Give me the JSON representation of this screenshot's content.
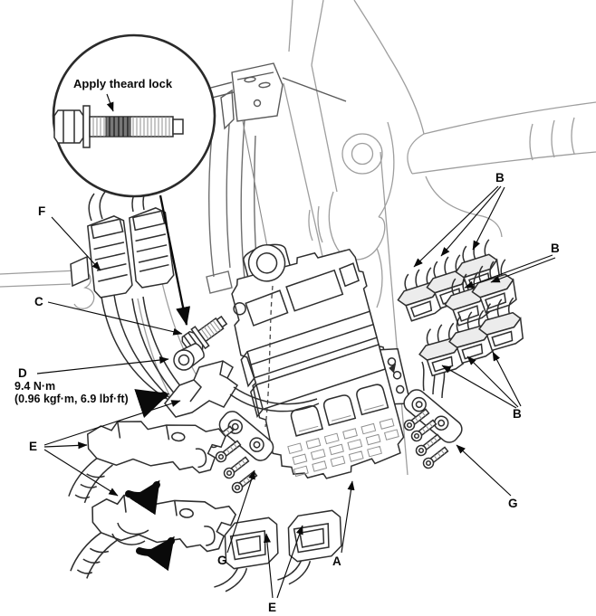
{
  "figure": {
    "inset": {
      "note": "Apply theard lock"
    },
    "torque": {
      "primary": "9.4 N·m",
      "secondary": "(0.96 kgf·m, 6.9 lbf·ft)"
    },
    "callouts": {
      "a": "A",
      "b_top": "B",
      "b_right": "B",
      "b_lower": "B",
      "c": "C",
      "d": "D",
      "e_left": "E",
      "e_bottom": "E",
      "f": "F",
      "g_left": "G",
      "g_right": "G"
    },
    "colors": {
      "artwork": "#2e2e2e",
      "background_lines": "#9e9e9e",
      "labels": "#0a0a0a"
    }
  }
}
